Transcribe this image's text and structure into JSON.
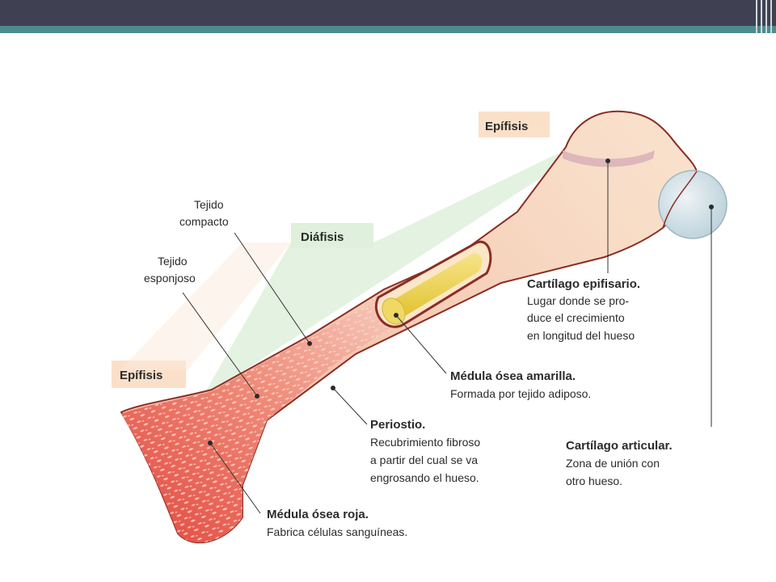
{
  "slide": {
    "colors": {
      "header": "#3f4152",
      "accent": "#4c8b8e"
    }
  },
  "diagram": {
    "labels": {
      "epifisis_top": "Epífisis",
      "epifisis_bottom": "Epífisis",
      "diafisis": "Diáfisis",
      "tejido_compacto": [
        "Tejido",
        "compacto"
      ],
      "tejido_esponjoso": [
        "Tejido",
        "esponjoso"
      ]
    },
    "callouts": {
      "cartilago_epifisario": {
        "title": "Cartílago epifisario.",
        "lines": [
          "Lugar donde se pro-",
          "duce el crecimiento",
          "en longitud del hueso"
        ]
      },
      "medula_amarilla": {
        "title": "Médula ósea amarilla.",
        "lines": [
          "Formada por tejido adiposo."
        ]
      },
      "periostio": {
        "title": "Periostio.",
        "lines": [
          "Recubrimiento fibroso",
          "a partir del cual se va",
          "engrosando el hueso."
        ]
      },
      "cartilago_articular": {
        "title": "Cartílago articular.",
        "lines": [
          "Zona de unión con",
          "otro hueso."
        ]
      },
      "medula_roja": {
        "title": "Médula ósea roja.",
        "lines": [
          "Fabrica células sanguíneas."
        ]
      }
    }
  }
}
